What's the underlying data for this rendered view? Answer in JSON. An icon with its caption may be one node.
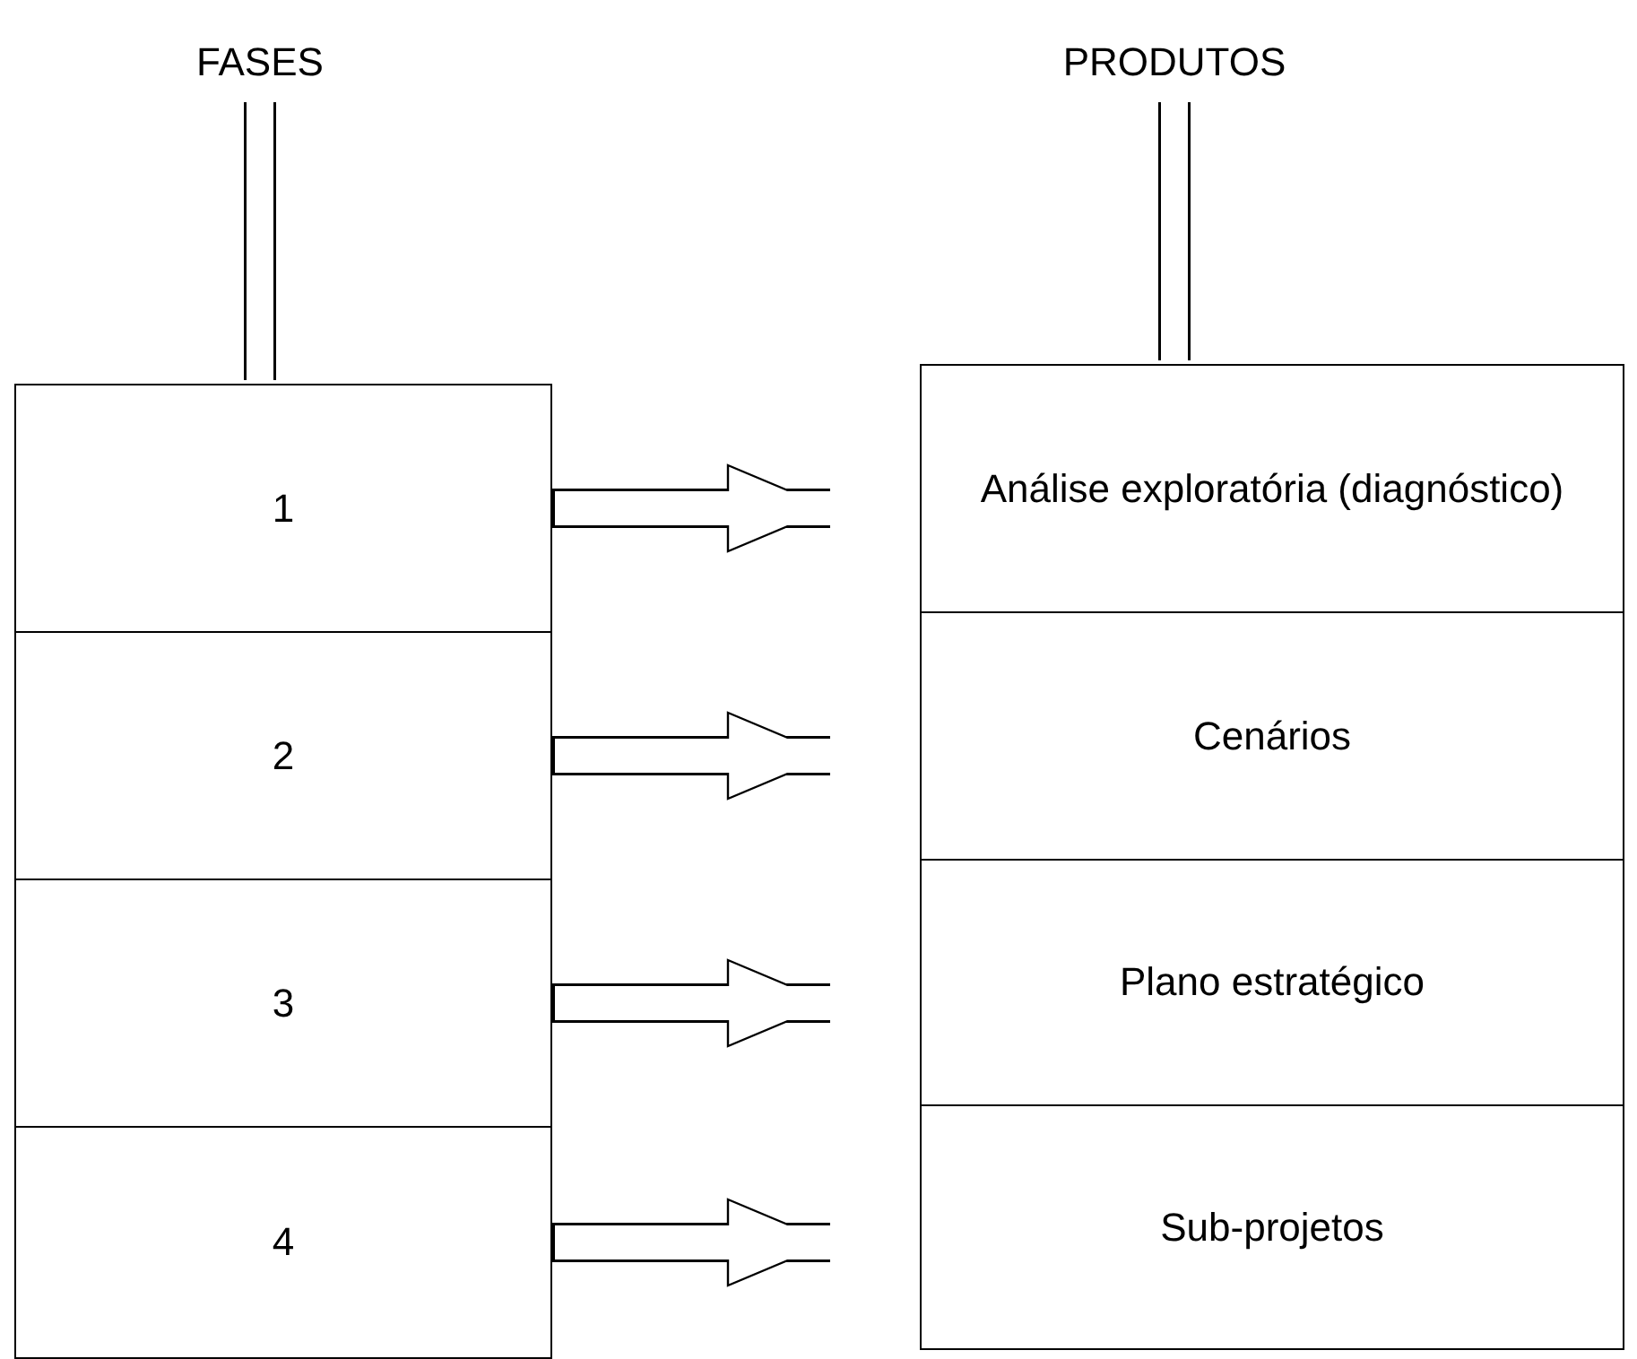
{
  "diagram": {
    "nodes": [
      {
        "text": [
          "FASES"
        ]
      },
      {
        "text": [
          "PRODUTOS"
        ]
      },
      {
        "text": [
          "1"
        ]
      },
      {
        "text": [
          "2"
        ]
      },
      {
        "text": [
          "3"
        ]
      },
      {
        "text": [
          "4"
        ]
      },
      {
        "text": [
          "Análise exploratória (diagnóstico)"
        ]
      },
      {
        "text": [
          "Cenários"
        ]
      },
      {
        "text": [
          "Plano estratégico"
        ]
      },
      {
        "text": [
          "Sub-projetos"
        ]
      }
    ],
    "edges": [
      {
        "from": 0,
        "to": 2,
        "arrow": "to"
      },
      {
        "from": 1,
        "to": 6,
        "arrow": "to"
      },
      {
        "from": 2,
        "to": 6,
        "arrow": "to"
      },
      {
        "from": 3,
        "to": 7,
        "arrow": "to"
      },
      {
        "from": 4,
        "to": 8,
        "arrow": "to"
      },
      {
        "from": 5,
        "to": 9,
        "arrow": "to"
      }
    ]
  }
}
